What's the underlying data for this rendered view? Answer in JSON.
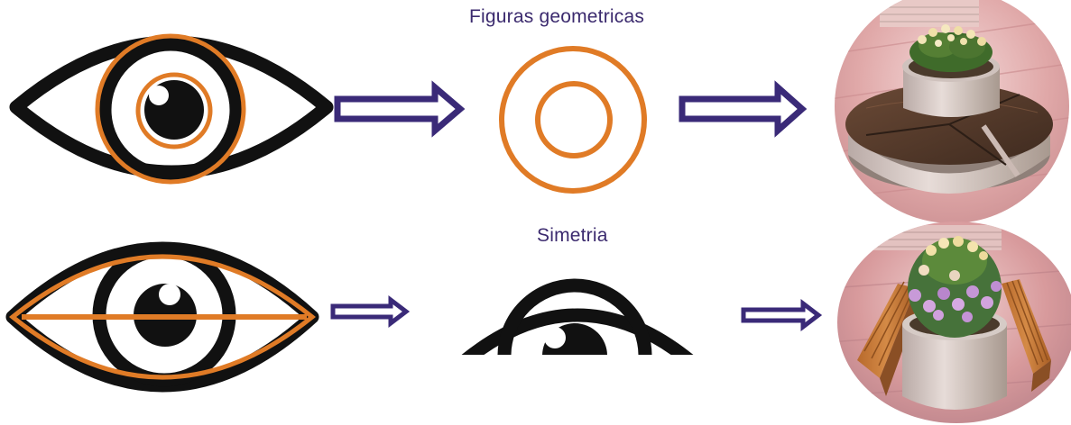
{
  "title_top": "Figuras geometricas",
  "title_bottom": "Simetria",
  "colors": {
    "outline": "#111111",
    "highlight": "#e07b26",
    "arrow_fill": "#3a2a78",
    "label": "#3b2a6e",
    "pavement": "#d9a0a0"
  },
  "rows": [
    {
      "concept_label": "Figuras geometricas",
      "steps": [
        "eye-with-circles",
        "concentric-circles",
        "circular-planter-bench-render"
      ]
    },
    {
      "concept_label": "Simetria",
      "steps": [
        "eye-with-symmetry-axis",
        "half-eye-cropped",
        "planter-with-two-benches-render"
      ]
    }
  ]
}
